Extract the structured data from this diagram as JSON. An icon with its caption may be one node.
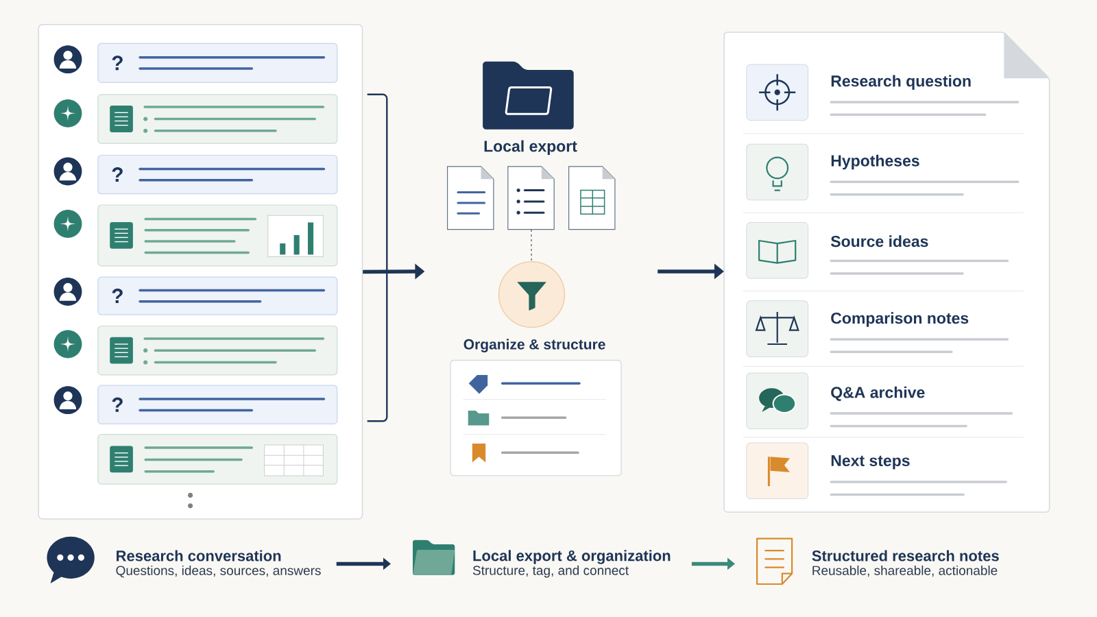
{
  "diagram": {
    "nodes": [
      {
        "text": [],
        "shape": "box"
      },
      {
        "text": [
          "Local export"
        ]
      },
      {
        "text": [],
        "shape": "document"
      },
      {
        "text": [],
        "shape": "document"
      },
      {
        "text": [],
        "shape": "document"
      },
      {
        "text": [],
        "shape": "circle",
        "beside": [
          "Organize & structure"
        ]
      },
      {
        "text": [],
        "shape": "document"
      },
      {
        "text": [
          "Research question"
        ],
        "in": 6
      },
      {
        "text": [
          "Hypotheses"
        ],
        "in": 6
      },
      {
        "text": [
          "Source ideas"
        ],
        "in": 6
      },
      {
        "text": [
          "Comparison notes"
        ],
        "in": 6
      },
      {
        "text": [
          "Q&A archive"
        ],
        "in": 6
      },
      {
        "text": [
          "Next steps"
        ],
        "in": 6
      },
      {
        "text": [
          "Research conversation",
          "Questions, ideas, sources, answers"
        ]
      },
      {
        "text": [
          "Local export & organization",
          "Structure, tag, and connect"
        ]
      },
      {
        "text": [
          "Structured research notes",
          "Reusable, shareable, actionable"
        ]
      }
    ],
    "edges": [
      {
        "from": 0,
        "to": null,
        "arrow": "to"
      },
      {
        "from": null,
        "to": 6,
        "arrow": "to"
      },
      {
        "from": 3,
        "to": 5,
        "arrow": "none",
        "style": "dashed"
      },
      {
        "from": 13,
        "to": 14,
        "arrow": "to"
      },
      {
        "from": 14,
        "to": 15,
        "arrow": "to",
        "color": "#3a8a7a"
      }
    ],
    "labels": [
      "?",
      "?",
      "?",
      "?"
    ]
  }
}
